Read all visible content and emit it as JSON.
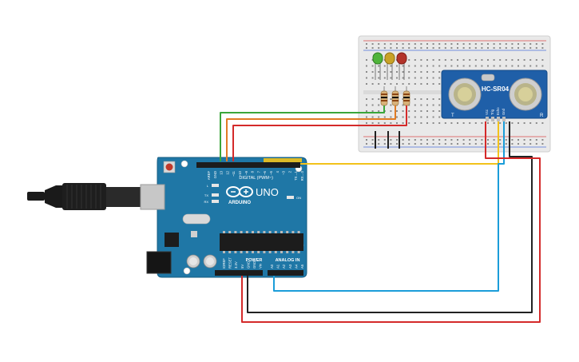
{
  "arduino": {
    "brand_uno": "UNO",
    "brand_name": "ARDUINO",
    "digital_label": "DIGITAL (PWM~)",
    "power_label": "POWER",
    "analog_label": "ANALOG IN",
    "on_label": "ON",
    "led_l": "L",
    "led_tx": "TX",
    "led_rx": "RX",
    "digital_pins": [
      "AREF",
      "GND",
      "13",
      "12",
      "~11",
      "~10",
      "~9",
      "8",
      "7",
      "~6",
      "~5",
      "4",
      "~3",
      "2",
      "TX→1",
      "RX←0"
    ],
    "power_pins": [
      "IOREF",
      "RESET",
      "3.3V",
      "5V",
      "GND",
      "GND",
      "Vin"
    ],
    "analog_pins": [
      "A0",
      "A1",
      "A2",
      "A3",
      "A4",
      "A5"
    ]
  },
  "sensor": {
    "model": "HC-SR04",
    "pins": [
      "Vcc",
      "Trig",
      "Echo",
      "Gnd"
    ],
    "left_mark": "T",
    "right_mark": "R"
  },
  "leds": [
    {
      "name": "green-led",
      "color": "#4fb43a"
    },
    {
      "name": "yellow-led",
      "color": "#c9a227"
    },
    {
      "name": "red-led",
      "color": "#c0392b"
    }
  ],
  "wire_colors": {
    "green": "#3aa63a",
    "orange": "#e07b24",
    "red": "#d42a2a",
    "yellow": "#f2c21b",
    "blue": "#1b9dd9",
    "black": "#222222"
  }
}
